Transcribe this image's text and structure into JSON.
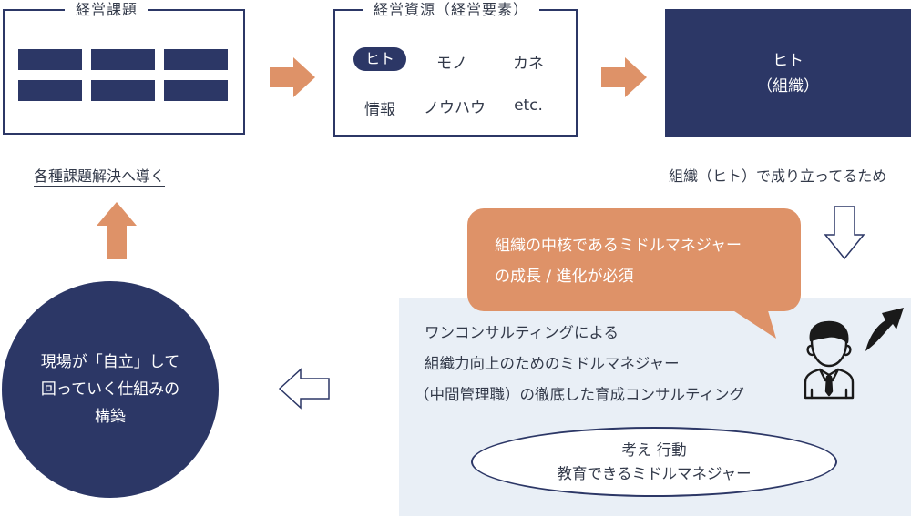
{
  "issues_box": {
    "title": "経営課題",
    "bar_count": 6
  },
  "resources_box": {
    "title": "経営資源（経営要素）",
    "items": [
      "ヒト",
      "モノ",
      "カネ",
      "情報",
      "ノウハウ",
      "etc."
    ],
    "highlighted": "ヒト"
  },
  "people_box": {
    "line1": "ヒト",
    "line2": "（組織）"
  },
  "captions": {
    "left": "各種課題解決へ導く",
    "right": "組織（ヒト）で成り立ってるため"
  },
  "bubble": {
    "line1": "組織の中核であるミドルマネジャー",
    "line2": "の成長 / 進化が必須"
  },
  "consulting": {
    "line1": "ワンコンサルティングによる",
    "line2": "組織力向上のためのミドルマネジャー",
    "line3": "（中間管理職）の徹底した育成コンサルティング"
  },
  "ellipse": {
    "line1": "考え 行動",
    "line2": "教育できるミドルマネジャー"
  },
  "circle": {
    "line1": "現場が「自立」して",
    "line2": "回っていく仕組みの",
    "line3": "構築"
  },
  "colors": {
    "navy": "#2c3766",
    "orange": "#de9268",
    "panel": "#e9eff6"
  },
  "icons": [
    "arrow-right-icon",
    "arrow-down-icon",
    "arrow-left-icon",
    "arrow-up-icon",
    "curved-up-arrow-icon",
    "businessman-icon"
  ]
}
